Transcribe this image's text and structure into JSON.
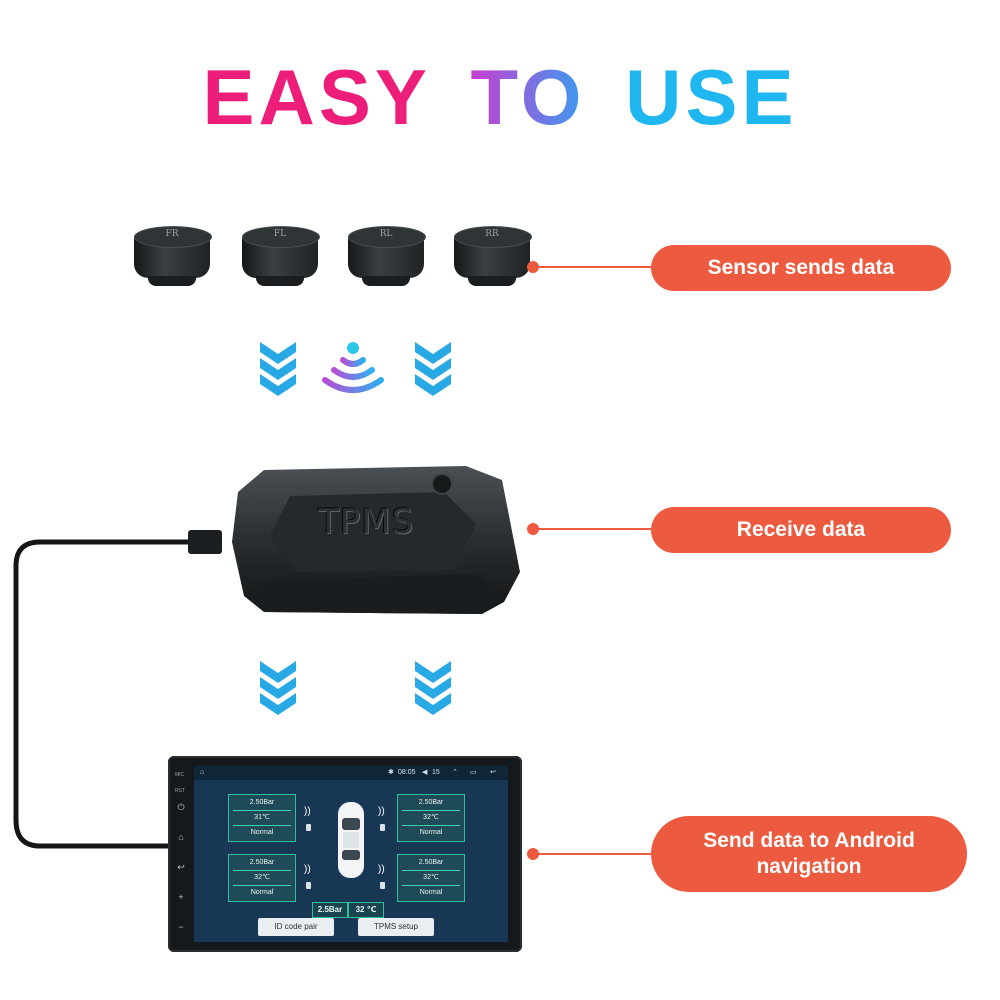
{
  "title": {
    "words": [
      {
        "text": "EASY",
        "color": "#ec1e79"
      },
      {
        "text": "TO",
        "color": "#b44fd6",
        "color2": "#3a9cf0"
      },
      {
        "text": "USE",
        "color": "#20b6f0"
      }
    ]
  },
  "sensors": [
    "FR",
    "FL",
    "RL",
    "RR"
  ],
  "steps": {
    "sensor": "Sensor sends data",
    "receive": "Receive data",
    "send": "Send data to Android navigation"
  },
  "receiver": {
    "label": "TPMS"
  },
  "head_unit": {
    "side_labels": [
      "MIC",
      "RST"
    ],
    "status": {
      "time": "08:05",
      "volume": "15"
    },
    "tires": [
      {
        "pressure": "2.50Bar",
        "temp": "31℃",
        "status": "Normal"
      },
      {
        "pressure": "2.50Bar",
        "temp": "32℃",
        "status": "Normal"
      },
      {
        "pressure": "2.50Bar",
        "temp": "32℃",
        "status": "Normal"
      },
      {
        "pressure": "2.50Bar",
        "temp": "32℃",
        "status": "Normal"
      }
    ],
    "summary": {
      "pressure": "2.5Bar",
      "temp": "32 ℃"
    },
    "buttons": {
      "id_pair": "ID code pair",
      "setup": "TPMS setup"
    }
  },
  "colors": {
    "accent": "#ec5b3f",
    "chevron": "#29a8e6",
    "screen": "#183754",
    "card_border": "#2fbf9b"
  }
}
